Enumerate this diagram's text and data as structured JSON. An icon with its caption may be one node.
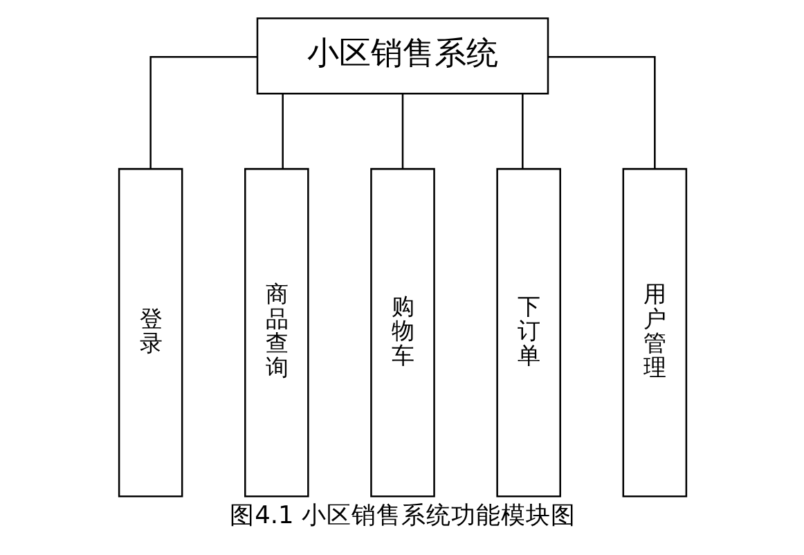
{
  "diagram": {
    "caption": "图4.1 小区销售系统功能模块图",
    "nodes": [
      {
        "text": [
          "小区销售系统"
        ]
      },
      {
        "text": [
          "登录"
        ]
      },
      {
        "text": [
          "商品查询"
        ]
      },
      {
        "text": [
          "购物车"
        ]
      },
      {
        "text": [
          "下订单"
        ]
      },
      {
        "text": [
          "用户管理"
        ]
      }
    ],
    "edges": [
      {
        "from": 0,
        "to": 1,
        "arrow": "none"
      },
      {
        "from": 0,
        "to": 2,
        "arrow": "none"
      },
      {
        "from": 0,
        "to": 3,
        "arrow": "none"
      },
      {
        "from": 0,
        "to": 4,
        "arrow": "none"
      },
      {
        "from": 0,
        "to": 5,
        "arrow": "none"
      }
    ]
  }
}
